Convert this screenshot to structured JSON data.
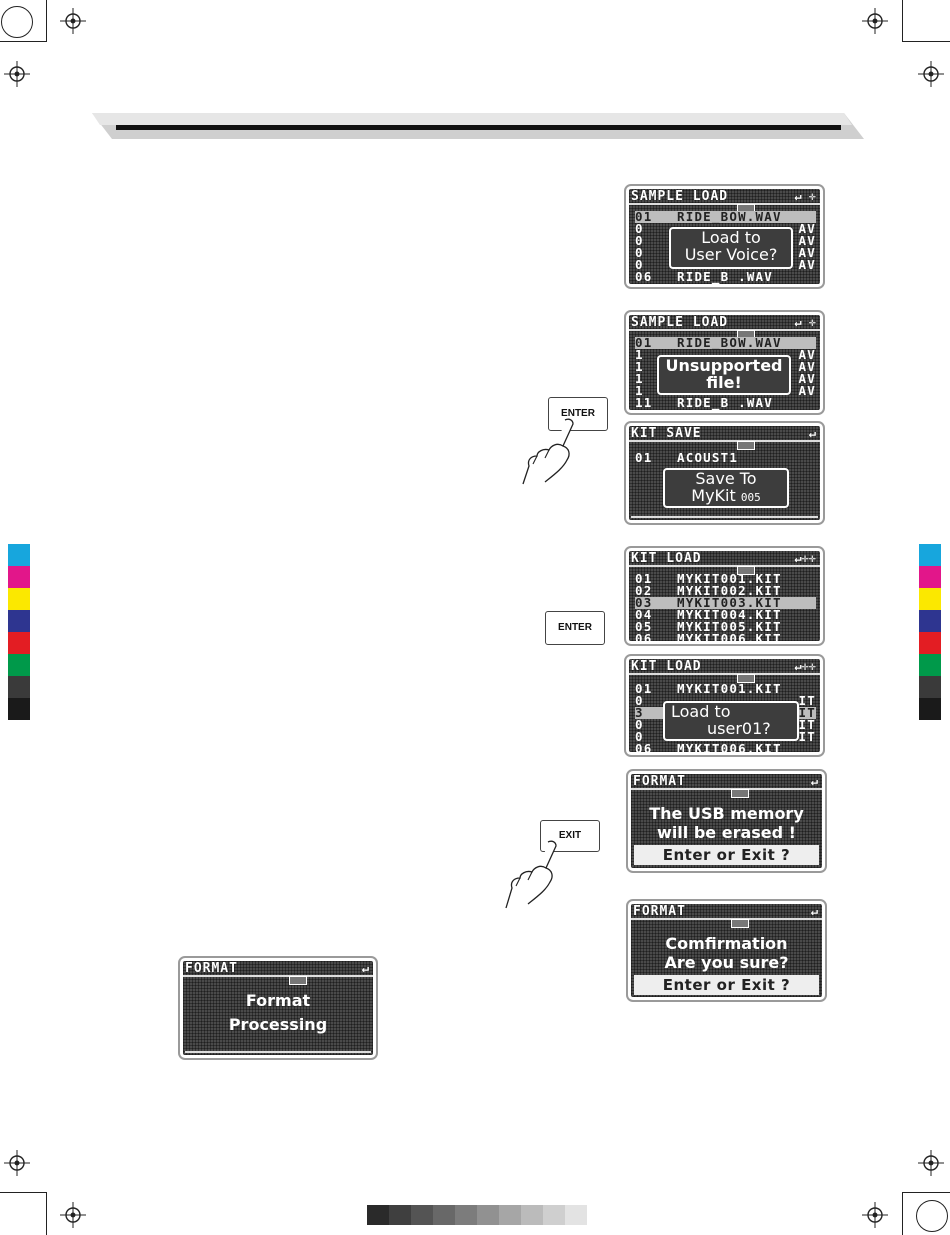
{
  "screens": {
    "sample_load_1": {
      "title": "SAMPLE LOAD",
      "icons": "↵ ✛",
      "rows": [
        {
          "num": "01",
          "text": "RIDE_BOW.WAV",
          "selected": true
        },
        {
          "num": "0",
          "text": "AV"
        },
        {
          "num": "0",
          "text": "AV"
        },
        {
          "num": "0",
          "text": "AV"
        },
        {
          "num": "0",
          "text": "AV"
        },
        {
          "num": "06",
          "text": "RIDE_B    .WAV"
        }
      ],
      "popup_line1": "Load to",
      "popup_line2": "User Voice?"
    },
    "sample_load_2": {
      "title": "SAMPLE LOAD",
      "icons": "↵ ✛",
      "rows": [
        {
          "num": "01",
          "text": "RIDE_BOW.WAV",
          "selected": true
        },
        {
          "num": "1",
          "text": "AV"
        },
        {
          "num": "1",
          "text": "AV"
        },
        {
          "num": "1",
          "text": "AV"
        },
        {
          "num": "1",
          "text": "AV"
        },
        {
          "num": "11",
          "text": "RIDE_B    .WAV"
        }
      ],
      "popup_line1": "Unsupported",
      "popup_line2": "file!"
    },
    "kit_save": {
      "title": "KIT SAVE",
      "icons": "↵",
      "row_num": "01",
      "row_text": "ACOUST1",
      "popup_line1": "Save To",
      "popup_line2": "MyKit",
      "popup_num": "005"
    },
    "kit_load_1": {
      "title": "KIT LOAD",
      "icons": "↵✛✛",
      "rows": [
        {
          "num": "01",
          "text": "MYKIT001.KIT"
        },
        {
          "num": "02",
          "text": "MYKIT002.KIT"
        },
        {
          "num": "03",
          "text": "MYKIT003.KIT",
          "selected": true
        },
        {
          "num": "04",
          "text": "MYKIT004.KIT"
        },
        {
          "num": "05",
          "text": "MYKIT005.KIT"
        },
        {
          "num": "06",
          "text": "MYKIT006.KIT"
        }
      ]
    },
    "kit_load_2": {
      "title": "KIT LOAD",
      "icons": "↵✛✛",
      "rows": [
        {
          "num": "01",
          "text": "MYKIT001.KIT"
        },
        {
          "num": "0",
          "text": "IT"
        },
        {
          "num": "3",
          "text": "IT",
          "selected": true
        },
        {
          "num": "0",
          "text": "IT"
        },
        {
          "num": "0",
          "text": "IT"
        },
        {
          "num": "06",
          "text": "MYKIT006.KIT"
        }
      ],
      "popup_line1": "Load to",
      "popup_line2": "user01?"
    },
    "format_1": {
      "title": "FORMAT",
      "icons": "↵",
      "line1": "The USB memory",
      "line2": "will be erased !",
      "footer": "Enter or Exit ?"
    },
    "format_2": {
      "title": "FORMAT",
      "icons": "↵",
      "line1": "Comfirmation",
      "line2": "Are you sure?",
      "footer": "Enter or Exit ?"
    },
    "format_3": {
      "title": "FORMAT",
      "icons": "↵",
      "line1": "Format",
      "line2": "Processing"
    }
  },
  "buttons": {
    "enter_1": "ENTER",
    "enter_2": "ENTER",
    "exit": "EXIT"
  },
  "colors": {
    "calibration": [
      "#17a6dd",
      "#e2168a",
      "#fbe800",
      "#2e3590",
      "#e31d23",
      "#00994a",
      "#3a3a3a",
      "#1a1a1a"
    ],
    "grayscale": [
      "#2a2a2a",
      "#3f3f3f",
      "#545454",
      "#686868",
      "#7c7c7c",
      "#919191",
      "#a6a6a6",
      "#bbbbbb",
      "#cfcfcf",
      "#e3e3e3"
    ]
  }
}
